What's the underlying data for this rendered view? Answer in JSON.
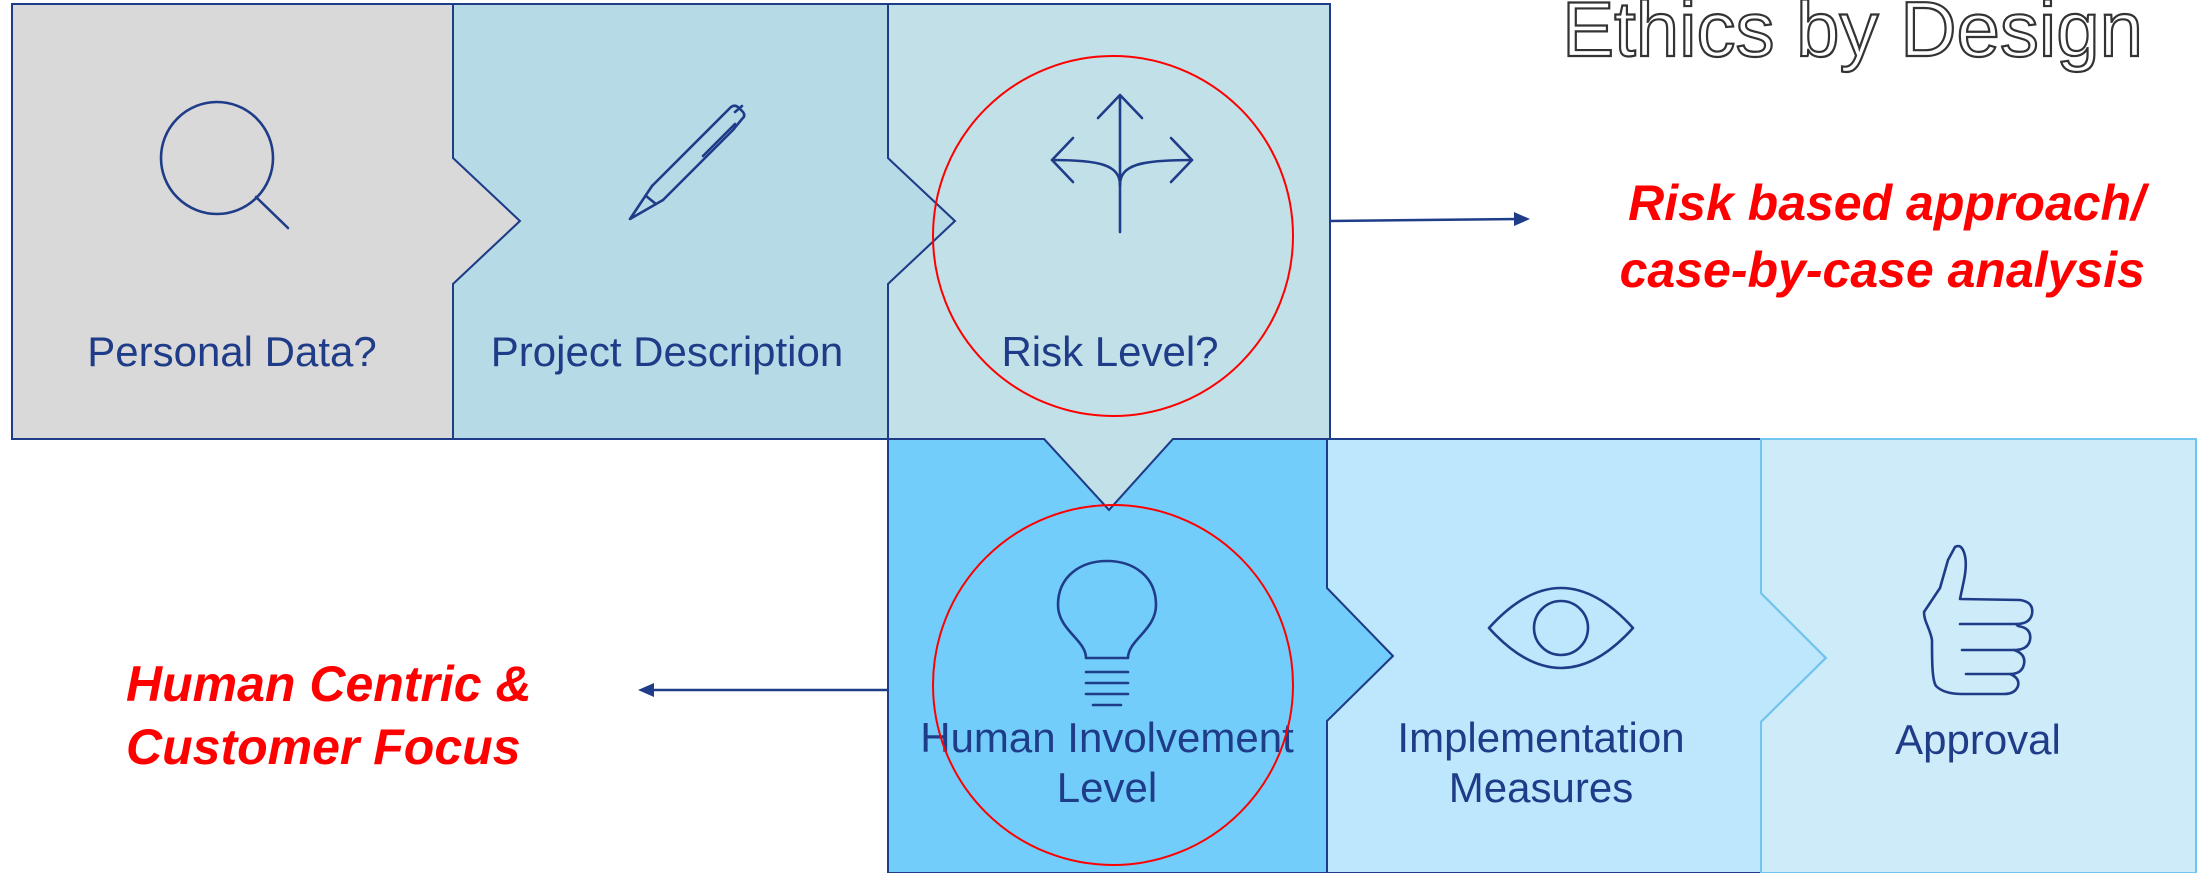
{
  "title": "Ethics by Design",
  "colors": {
    "step_gray": "#d9d9d9",
    "step_blue_1": "#b6dbe6",
    "step_blue_2": "#c1e0e8",
    "step_blue_strong": "#73cdfb",
    "step_light_1": "#bde7fc",
    "step_light_2": "#cdebf9",
    "outline": "#1f3c88",
    "highlight": "#ff0000"
  },
  "top_row": [
    {
      "label": "Personal Data?",
      "icon": "magnifier-icon"
    },
    {
      "label": "Project Description",
      "icon": "pen-icon"
    },
    {
      "label": "Risk Level?",
      "icon": "split-arrows-icon"
    }
  ],
  "bottom_row": [
    {
      "label_lines": [
        "Human Involvement",
        "Level"
      ],
      "icon": "lightbulb-icon"
    },
    {
      "label_lines": [
        "Implementation",
        "Measures"
      ],
      "icon": "eye-icon"
    },
    {
      "label_lines": [
        "Approval"
      ],
      "icon": "thumbs-up-icon"
    }
  ],
  "callouts": {
    "risk": [
      "Risk based approach/",
      "case-by-case analysis"
    ],
    "human": [
      "Human Centric &",
      "Customer Focus"
    ]
  }
}
